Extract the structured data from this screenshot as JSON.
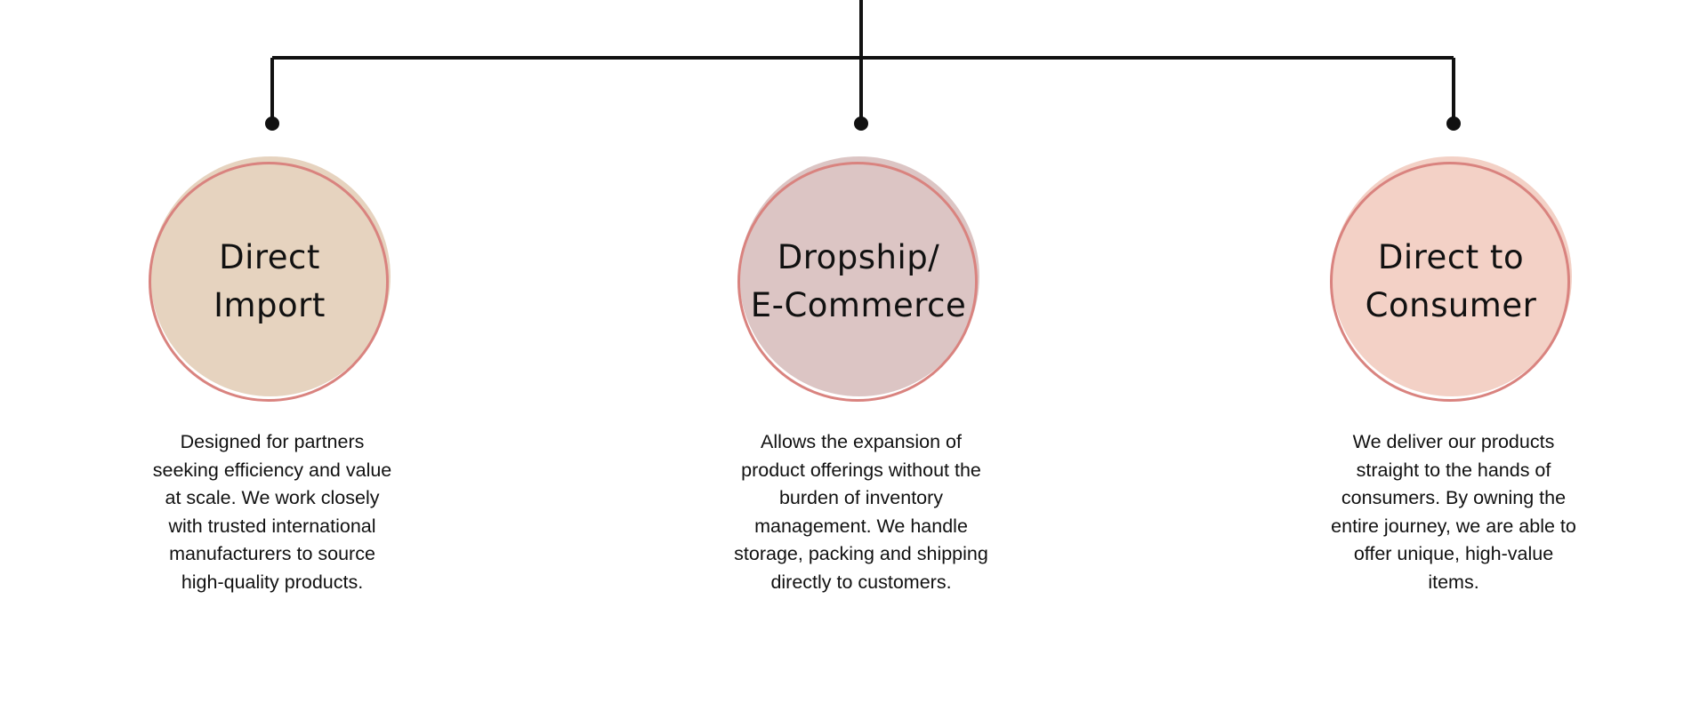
{
  "colors": {
    "connector": "#111111",
    "ring": "#d9837f",
    "text": "#111111",
    "background": "#ffffff"
  },
  "nodes": [
    {
      "title_lines": [
        "Direct",
        "Import"
      ],
      "fill": "#e6d3bf",
      "description_lines": [
        "Designed for partners",
        "seeking efficiency and value",
        "at scale. We work closely",
        "with trusted international",
        "manufacturers to source",
        "high-quality products."
      ]
    },
    {
      "title_lines": [
        "Dropship/",
        "E-Commerce"
      ],
      "fill": "#dcc5c4",
      "description_lines": [
        "Allows the expansion of",
        "product offerings without the",
        "burden of inventory",
        "management. We handle",
        "storage, packing and shipping",
        "directly to customers."
      ]
    },
    {
      "title_lines": [
        "Direct to",
        "Consumer"
      ],
      "fill": "#f3d1c6",
      "description_lines": [
        "We deliver our products",
        "straight to the hands of",
        "consumers. By owning the",
        "entire journey, we are able to",
        "offer unique, high-value",
        "items."
      ]
    }
  ]
}
